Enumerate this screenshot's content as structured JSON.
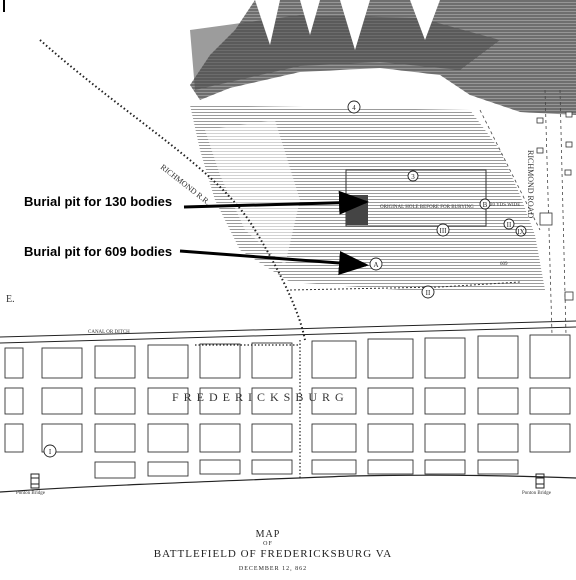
{
  "annotations": {
    "pit_130": "Burial pit for 130 bodies",
    "pit_609": "Burial pit for 609 bodies"
  },
  "map_labels": {
    "railroad": "RICHMOND      R.R.",
    "road": "RICHMOND  ROAD",
    "town": "F R E D E R I C K    S B U R G",
    "marker_east": "E.",
    "pit_note": "ORIGINAL HOLE BEFORE FOR BURYING",
    "wide": "20 YDS WIDE",
    "count": "609",
    "canal": "CANAL OR DITCH",
    "bridge_left": "Ponton Bridge",
    "bridge_right": "Ponton Bridge"
  },
  "title": {
    "line1": "MAP",
    "line2": "OF",
    "line3": "BATTLEFIELD OF FREDERICKSBURG VA",
    "line4": "DECEMBER 12, 862"
  },
  "markers": [
    "4",
    "3",
    "B",
    "III",
    "II",
    "IX",
    "A",
    "II",
    "I"
  ],
  "colors": {
    "ink": "#222222",
    "arrow": "#000000",
    "paper": "#ffffff"
  }
}
